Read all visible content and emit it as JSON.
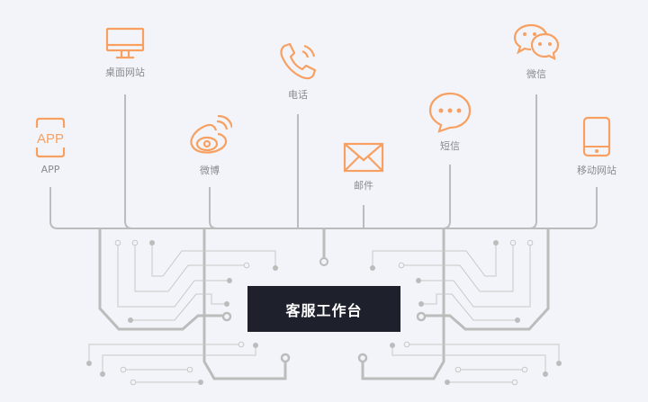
{
  "center": {
    "label": "客服工作台"
  },
  "channels": [
    {
      "id": "app",
      "label": "APP",
      "icon": "app-icon"
    },
    {
      "id": "desktop",
      "label": "桌面网站",
      "icon": "monitor-icon"
    },
    {
      "id": "weibo",
      "label": "微博",
      "icon": "weibo-icon"
    },
    {
      "id": "phone",
      "label": "电话",
      "icon": "phone-icon"
    },
    {
      "id": "email",
      "label": "邮件",
      "icon": "envelope-icon"
    },
    {
      "id": "sms",
      "label": "短信",
      "icon": "chat-bubble-icon"
    },
    {
      "id": "wechat",
      "label": "微信",
      "icon": "wechat-icon"
    },
    {
      "id": "mobile",
      "label": "移动网站",
      "icon": "smartphone-icon"
    }
  ],
  "colors": {
    "accent": "#f7a062",
    "line": "#bcbcbc",
    "box": "#1e202b",
    "background": "#f3f4f9"
  }
}
